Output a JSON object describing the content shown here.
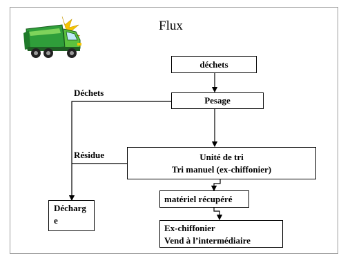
{
  "title": "Flux",
  "nodes": {
    "dechets": "déchets",
    "pesage": "Pesage",
    "unite_line1": "Unité de tri",
    "unite_line2": "Tri manuel (ex-chiffonier)",
    "materiel": "matériel récupéré",
    "exchiff_line1": "Ex-chiffonier",
    "exchiff_line2": "Vend à l’intermédiaire",
    "decharge_line1": "Décharg",
    "decharge_line2": "e"
  },
  "edge_labels": {
    "dechets": "Déchets",
    "residue": "Résidue"
  },
  "icon": "garbage-truck-icon",
  "colors": {
    "truck_body": "#2f9e3a",
    "truck_cab": "#5cc23f",
    "flash": "#f5c400"
  }
}
